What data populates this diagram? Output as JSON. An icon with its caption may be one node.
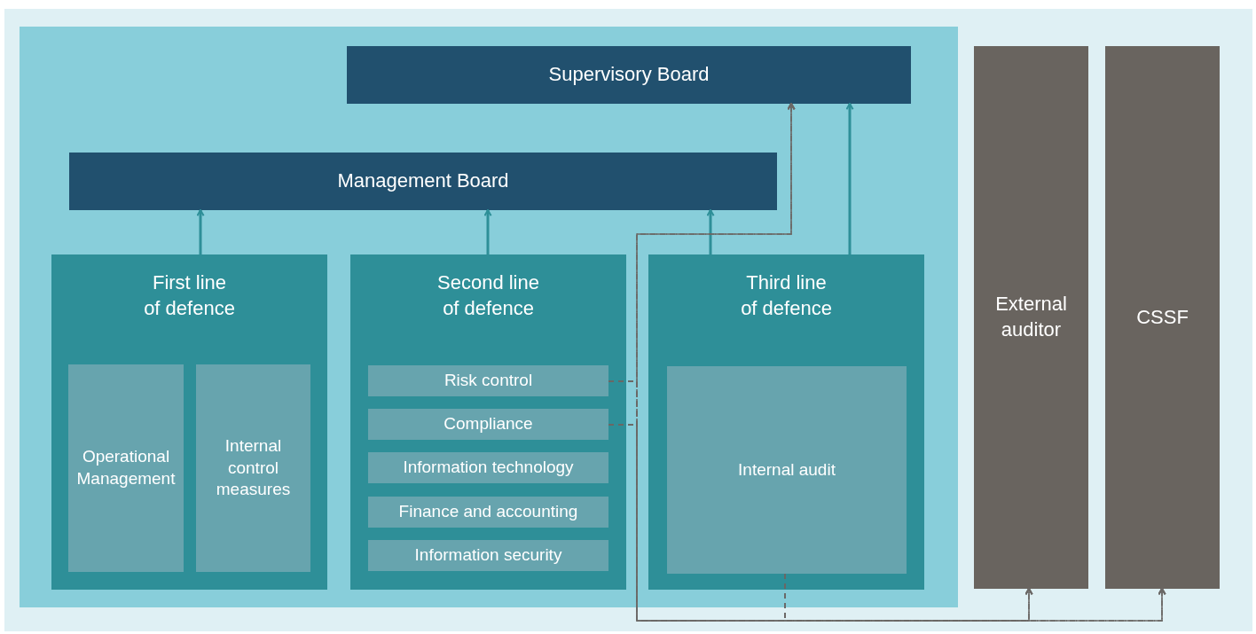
{
  "diagram": {
    "nodes": [
      {
        "text": [
          "Supervisory Board"
        ]
      },
      {
        "text": [
          "Management Board"
        ]
      },
      {
        "text": [
          "First line of defence"
        ]
      },
      {
        "text": [
          "Operational Management"
        ],
        "in": 2
      },
      {
        "text": [
          "Internal control measures"
        ],
        "in": 2
      },
      {
        "text": [
          "Second line of defence"
        ]
      },
      {
        "text": [
          "Risk control"
        ],
        "in": 5
      },
      {
        "text": [
          "Compliance"
        ],
        "in": 5
      },
      {
        "text": [
          "Information technology"
        ],
        "in": 5
      },
      {
        "text": [
          "Finance and accounting"
        ],
        "in": 5
      },
      {
        "text": [
          "Information security"
        ],
        "in": 5
      },
      {
        "text": [
          "Third line of defence"
        ]
      },
      {
        "text": [
          "Internal audit"
        ],
        "in": 11
      },
      {
        "text": [
          "External auditor"
        ]
      },
      {
        "text": [
          "CSSF"
        ]
      }
    ],
    "edges": [
      {
        "from": 2,
        "to": 1,
        "arrow": "to"
      },
      {
        "from": 5,
        "to": 1,
        "arrow": "to"
      },
      {
        "from": 11,
        "to": 1,
        "arrow": "to"
      },
      {
        "from": 11,
        "to": 0,
        "arrow": "to"
      },
      {
        "from": 6,
        "to": 0,
        "arrow": "to",
        "style": "dashed",
        "color": "#6b6866"
      },
      {
        "from": 6,
        "to": 13,
        "arrow": "to",
        "style": "dashed",
        "color": "#6b6866"
      },
      {
        "from": 6,
        "to": 14,
        "arrow": "to",
        "style": "dashed",
        "color": "#6b6866"
      },
      {
        "from": 7,
        "to": 0,
        "arrow": "to",
        "style": "dashed",
        "color": "#6b6866"
      },
      {
        "from": 7,
        "to": 13,
        "arrow": "to",
        "style": "dashed",
        "color": "#6b6866"
      },
      {
        "from": 7,
        "to": 14,
        "arrow": "to",
        "style": "dashed",
        "color": "#6b6866"
      },
      {
        "from": 12,
        "to": 0,
        "arrow": "to",
        "style": "dashed",
        "color": "#6b6866"
      },
      {
        "from": 12,
        "to": 13,
        "arrow": "to",
        "style": "dashed",
        "color": "#6b6866"
      },
      {
        "from": 12,
        "to": 14,
        "arrow": "to",
        "style": "dashed",
        "color": "#6b6866"
      }
    ]
  }
}
